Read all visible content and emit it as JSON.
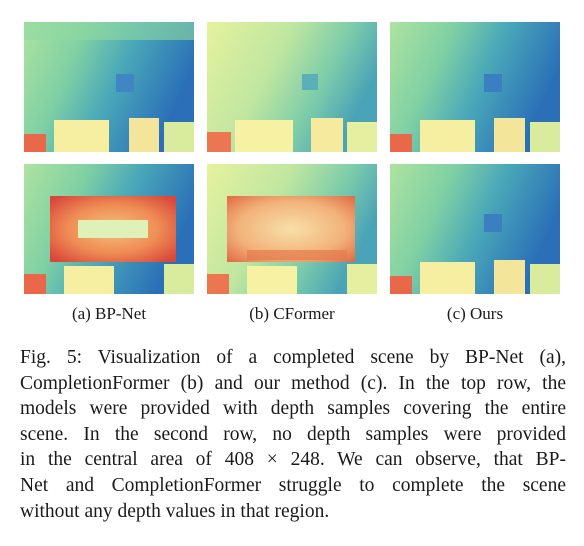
{
  "figure": {
    "subfigure_labels": [
      "(a) BP-Net",
      "(b) CFormer",
      "(c) Ours"
    ],
    "caption_lines": [
      "Fig. 5: Visualization of a completed scene by BP-Net (a),",
      "CompletionFormer (b) and our method (c). In the top row, the",
      "models were provided with depth samples covering the entire",
      "scene. In the second row, no depth samples were provided",
      "in the central area of 408 × 248. We can observe, that BP-",
      "Net and CompletionFormer struggle to complete the scene",
      "without any depth values in that region."
    ]
  },
  "colors": {
    "far_blue": "#2f7fbf",
    "mid_teal": "#5fc3a6",
    "mid_green": "#bfe6a0",
    "near_yellow": "#f3f4ad",
    "near_orange": "#f2a264",
    "near_red": "#d9473a"
  }
}
